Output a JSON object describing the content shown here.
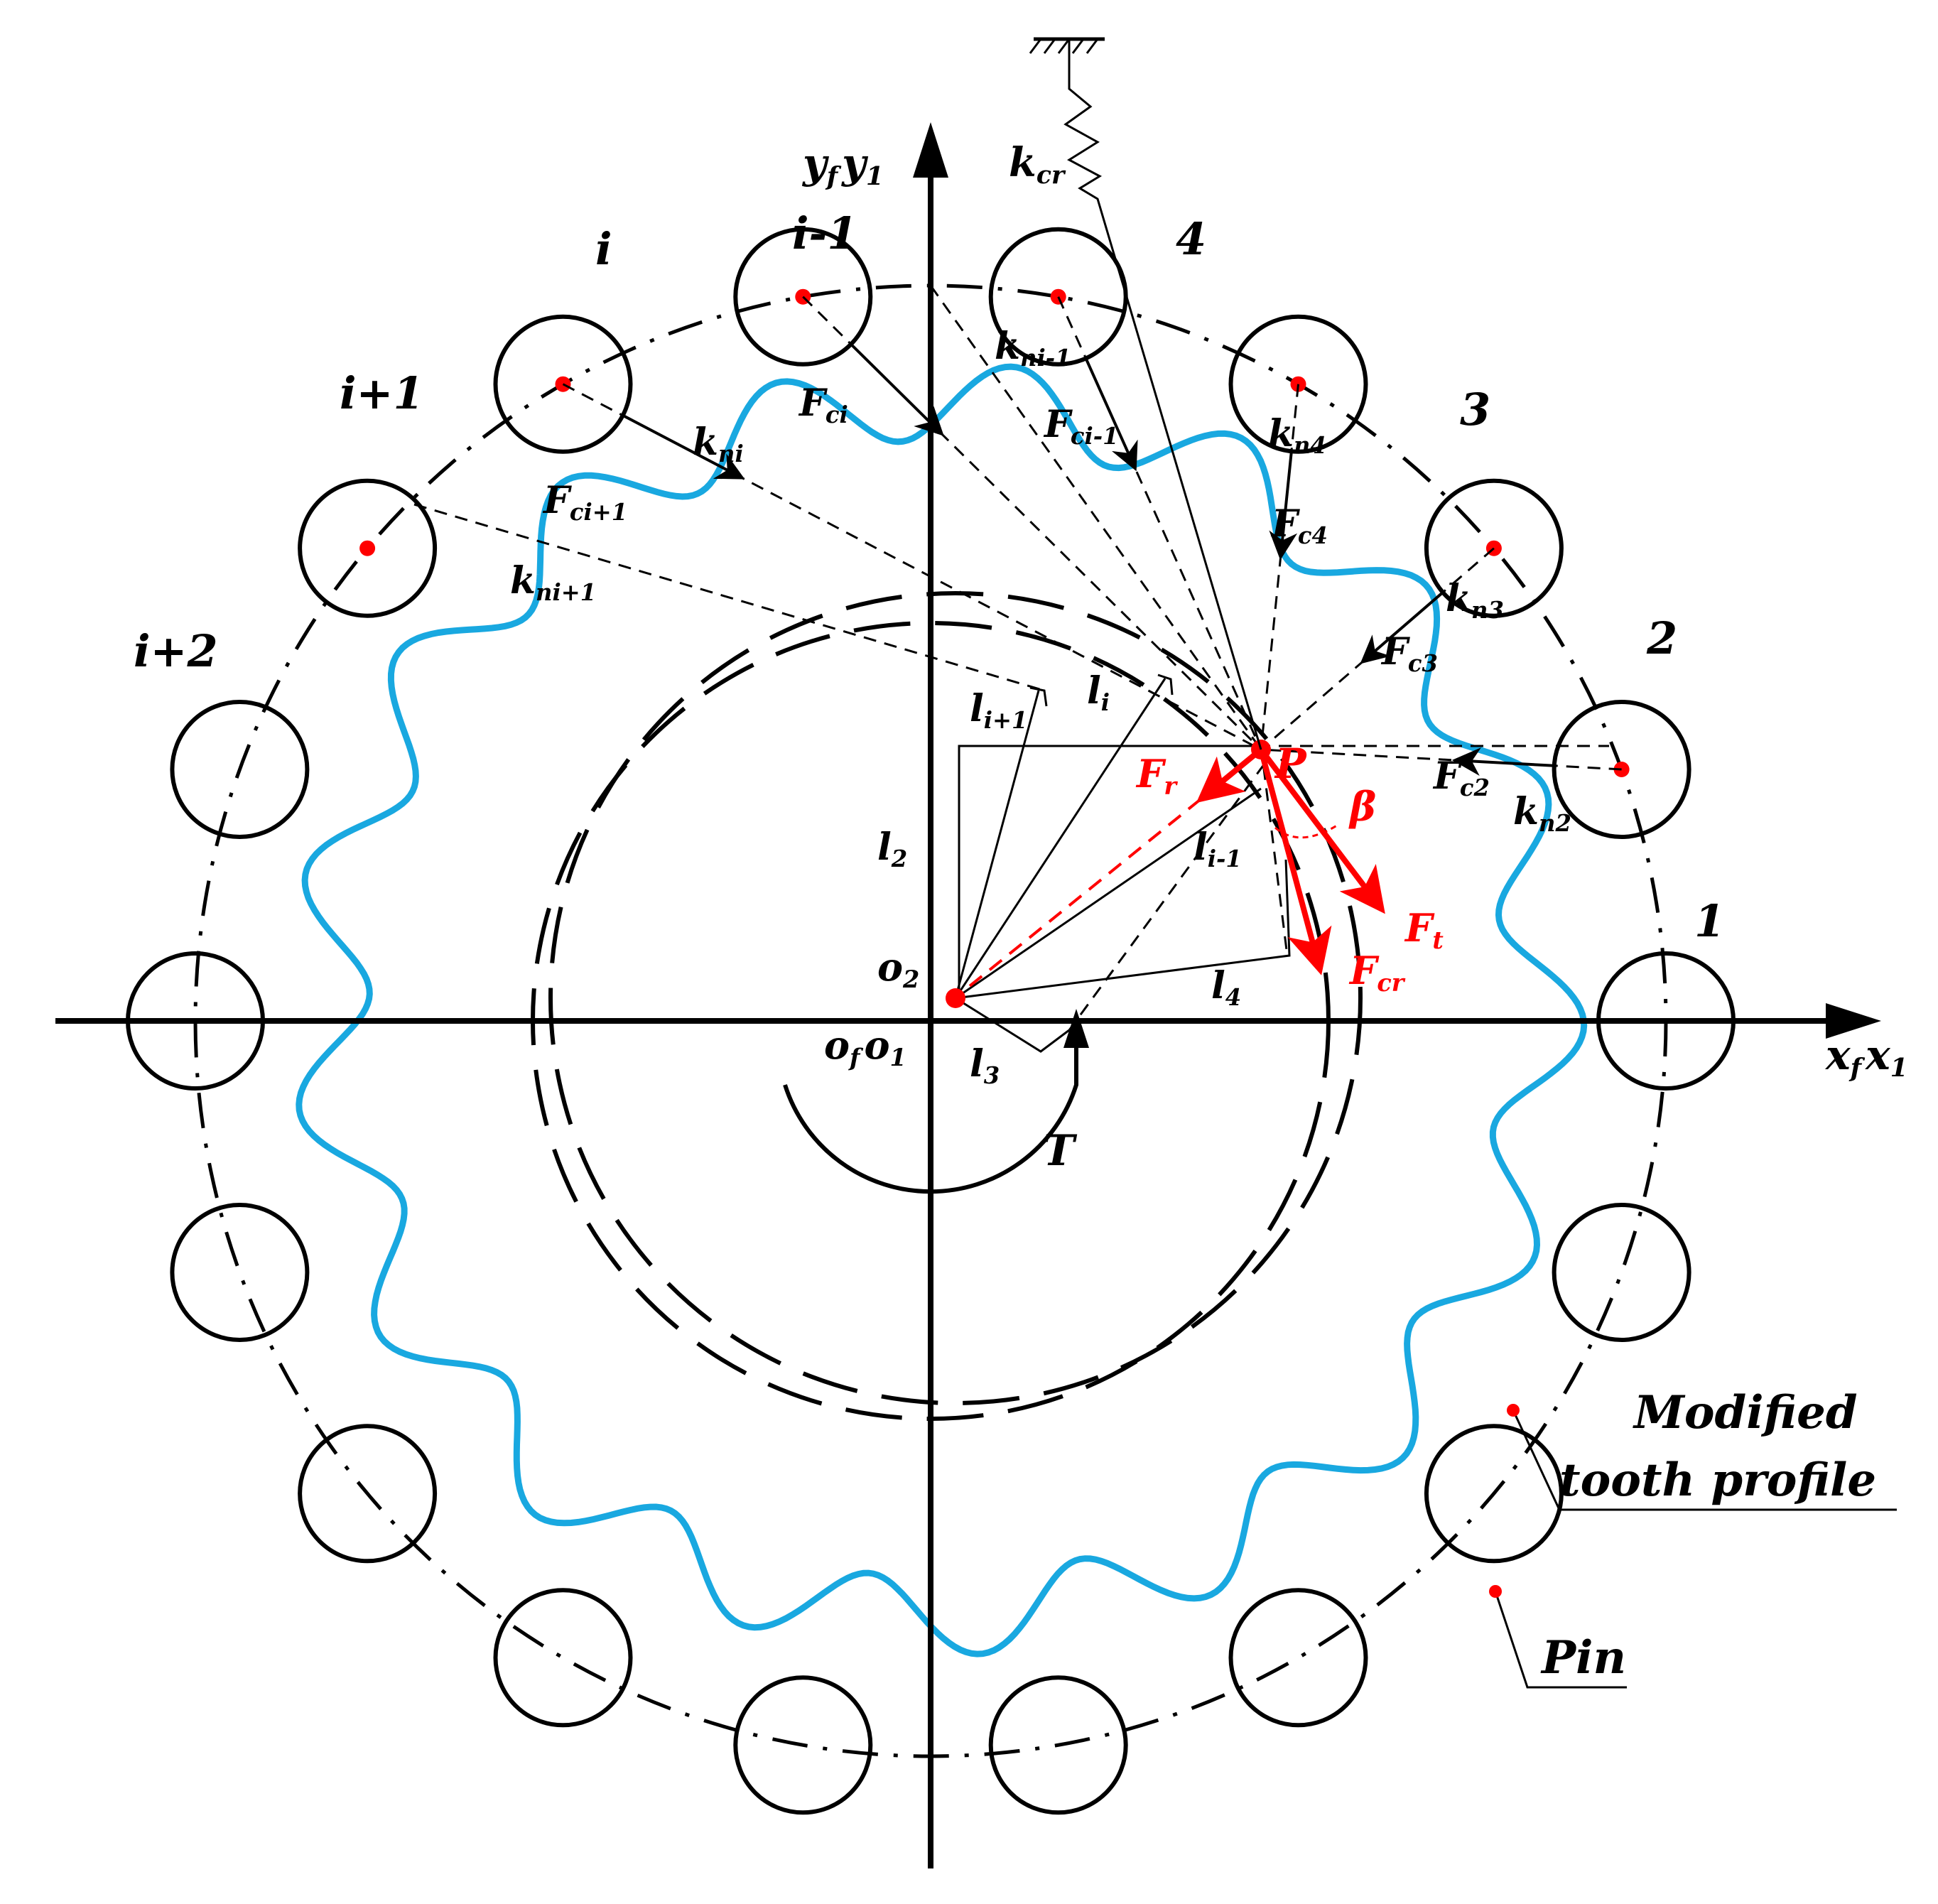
{
  "colors": {
    "profile": "#19a8e0",
    "ink": "#000000",
    "force": "#ff0000",
    "pin_center": "#ff0000"
  },
  "axes": {
    "y_main": "y",
    "y_sub_f": "f",
    "y_main2": "y",
    "y_sub_1": "1",
    "x_main": "x",
    "x_sub_f": "f",
    "x_main2": "x",
    "x_sub_1": "1",
    "origin_f": "o",
    "origin_f_sub": "f",
    "origin_1": "o",
    "origin_1_sub": "1",
    "o2_main": "o",
    "o2_sub": "2"
  },
  "pins": {
    "label_1": "1",
    "label_2": "2",
    "label_3": "3",
    "label_4": "4",
    "label_i_minus_1": "i-1",
    "label_i": "i",
    "label_i_plus_1": "i+1",
    "label_i_plus_2": "i+2"
  },
  "springs": {
    "kcr_main": "k",
    "kcr_sub": "cr",
    "kni1_main": "k",
    "kni1_sub": "ni-1",
    "kni_main": "k",
    "kni_sub": "ni",
    "knip1_main": "k",
    "knip1_sub": "ni+1",
    "kn4_main": "k",
    "kn4_sub": "n4",
    "kn3_main": "k",
    "kn3_sub": "n3",
    "kn2_main": "k",
    "kn2_sub": "n2"
  },
  "forces": {
    "fci_main": "F",
    "fci_sub": "ci",
    "fci1_main": "F",
    "fci1_sub": "ci-1",
    "fcip1_main": "F",
    "fcip1_sub": "ci+1",
    "fc4_main": "F",
    "fc4_sub": "c4",
    "fc3_main": "F",
    "fc3_sub": "c3",
    "fc2_main": "F",
    "fc2_sub": "c2",
    "fr_main": "F",
    "fr_sub": "r",
    "ft_main": "F",
    "ft_sub": "t",
    "fcr_main": "F",
    "fcr_sub": "cr",
    "p": "P",
    "beta": "β",
    "torque": "T"
  },
  "arms": {
    "li_main": "l",
    "li_sub": "i",
    "lip1_main": "l",
    "lip1_sub": "i+1",
    "lim1_main": "l",
    "lim1_sub": "i-1",
    "l2_main": "l",
    "l2_sub": "2",
    "l3_main": "l",
    "l3_sub": "3",
    "l4_main": "l",
    "l4_sub": "4"
  },
  "callouts": {
    "modified_line1": "Modified",
    "modified_line2": "tooth profile",
    "pin": "Pin"
  }
}
